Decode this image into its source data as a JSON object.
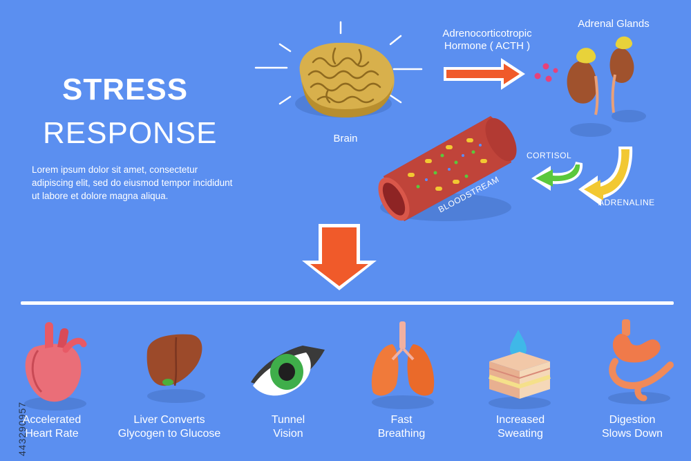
{
  "title": {
    "line1": "STRESS",
    "line2": "RESPONSE"
  },
  "description": "Lorem ipsum dolor sit amet, consectetur adipiscing elit, sed do eiusmod tempor incididunt ut labore et dolore magna aliqua.",
  "nodes": {
    "brain": "Brain",
    "hormone_line1": "Adrenocorticotropic",
    "hormone_line2": "Hormone ( ACTH )",
    "adrenal": "Adrenal Glands",
    "cortisol": "CORTISOL",
    "adrenaline": "ADRENALINE",
    "bloodstream": "BLOODSTREAM"
  },
  "effects": [
    {
      "line1": "Accelerated",
      "line2": "Heart Rate"
    },
    {
      "line1": "Liver Converts",
      "line2": "Glycogen to Glucose"
    },
    {
      "line1": "Tunnel",
      "line2": "Vision"
    },
    {
      "line1": "Fast",
      "line2": "Breathing"
    },
    {
      "line1": "Increased",
      "line2": "Sweating"
    },
    {
      "line1": "Digestion",
      "line2": "Slows Down"
    }
  ],
  "stock_id": "443290957",
  "colors": {
    "background": "#5b8ff0",
    "arrow": "#f05a2a",
    "cortisol": "#5ac83c",
    "adrenaline": "#f2c832"
  }
}
